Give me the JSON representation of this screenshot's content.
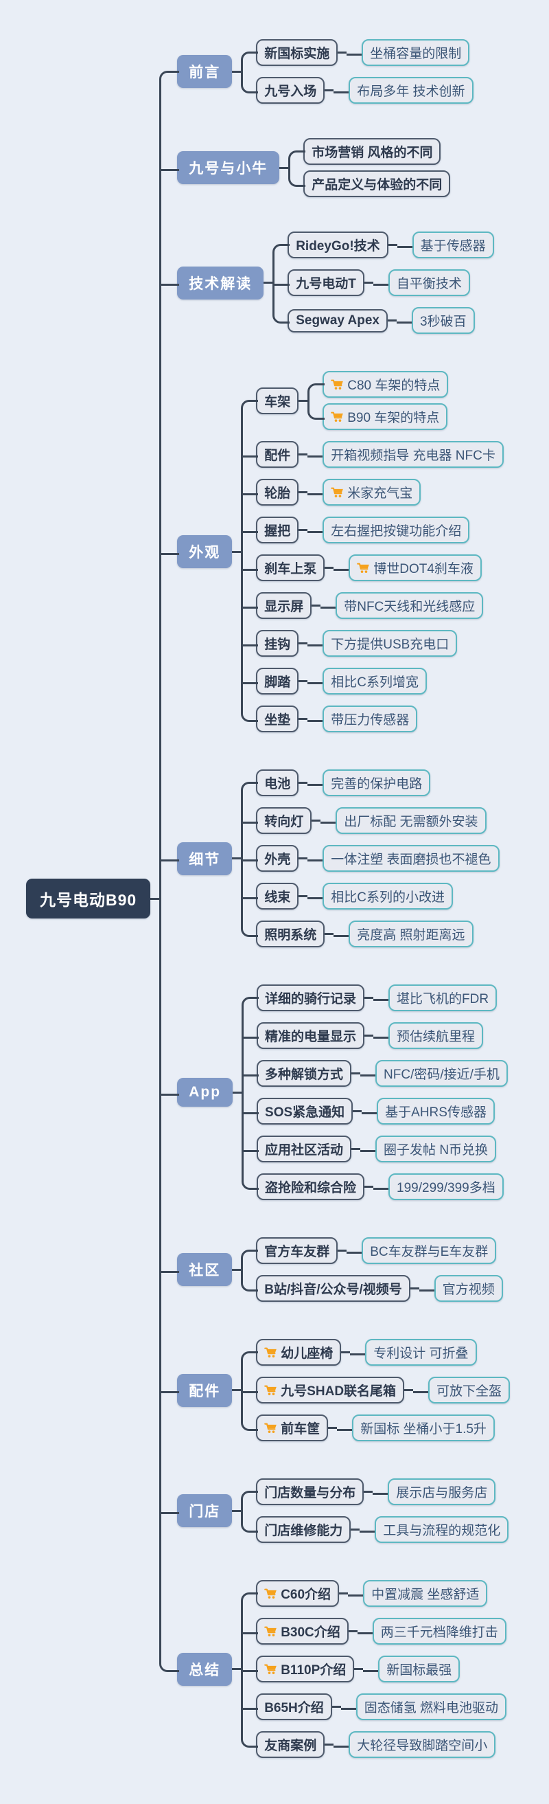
{
  "root": {
    "label": "九号电动B90"
  },
  "colors": {
    "background": "#e9eef6",
    "root_bg": "#2f3e55",
    "branch_bg": "#8099c6",
    "node_bg": "#e7eaf1",
    "mid_border": "#4e5a6c",
    "leaf_border": "#5db8c2",
    "connector_line": "#3b4757",
    "cart_icon": "#f6a21d"
  },
  "branches": [
    {
      "label": "前言",
      "children": [
        {
          "label": "新国标实施",
          "children": [
            {
              "label": "坐桶容量的限制"
            }
          ]
        },
        {
          "label": "九号入场",
          "children": [
            {
              "label": "布局多年 技术创新"
            }
          ]
        }
      ]
    },
    {
      "label": "九号与小牛",
      "children": [
        {
          "label": "市场营销 风格的不同"
        },
        {
          "label": "产品定义与体验的不同"
        }
      ]
    },
    {
      "label": "技术解读",
      "children": [
        {
          "label": "RideyGo!技术",
          "children": [
            {
              "label": "基于传感器"
            }
          ]
        },
        {
          "label": "九号电动T",
          "children": [
            {
              "label": "自平衡技术"
            }
          ]
        },
        {
          "label": "Segway Apex",
          "children": [
            {
              "label": "3秒破百"
            }
          ]
        }
      ]
    },
    {
      "label": "外观",
      "children": [
        {
          "label": "车架",
          "children": [
            {
              "label": "C80 车架的特点",
              "cart": true
            },
            {
              "label": "B90 车架的特点",
              "cart": true
            }
          ]
        },
        {
          "label": "配件",
          "children": [
            {
              "label": "开箱视频指导 充电器 NFC卡"
            }
          ]
        },
        {
          "label": "轮胎",
          "children": [
            {
              "label": "米家充气宝",
              "cart": true
            }
          ]
        },
        {
          "label": "握把",
          "children": [
            {
              "label": "左右握把按键功能介绍"
            }
          ]
        },
        {
          "label": "刹车上泵",
          "children": [
            {
              "label": "博世DOT4刹车液",
              "cart": true
            }
          ]
        },
        {
          "label": "显示屏",
          "children": [
            {
              "label": "带NFC天线和光线感应"
            }
          ]
        },
        {
          "label": "挂钩",
          "children": [
            {
              "label": "下方提供USB充电口"
            }
          ]
        },
        {
          "label": "脚踏",
          "children": [
            {
              "label": "相比C系列增宽"
            }
          ]
        },
        {
          "label": "坐垫",
          "children": [
            {
              "label": "带压力传感器"
            }
          ]
        }
      ]
    },
    {
      "label": "细节",
      "children": [
        {
          "label": "电池",
          "children": [
            {
              "label": "完善的保护电路"
            }
          ]
        },
        {
          "label": "转向灯",
          "children": [
            {
              "label": "出厂标配 无需额外安装"
            }
          ]
        },
        {
          "label": "外壳",
          "children": [
            {
              "label": "一体注塑 表面磨损也不褪色"
            }
          ]
        },
        {
          "label": "线束",
          "children": [
            {
              "label": "相比C系列的小改进"
            }
          ]
        },
        {
          "label": "照明系统",
          "children": [
            {
              "label": "亮度高 照射距离远"
            }
          ]
        }
      ]
    },
    {
      "label": "App",
      "children": [
        {
          "label": "详细的骑行记录",
          "children": [
            {
              "label": "堪比飞机的FDR"
            }
          ]
        },
        {
          "label": "精准的电量显示",
          "children": [
            {
              "label": "预估续航里程"
            }
          ]
        },
        {
          "label": "多种解锁方式",
          "children": [
            {
              "label": "NFC/密码/接近/手机"
            }
          ]
        },
        {
          "label": "SOS紧急通知",
          "children": [
            {
              "label": "基于AHRS传感器"
            }
          ]
        },
        {
          "label": "应用社区活动",
          "children": [
            {
              "label": "圈子发帖 N币兑换"
            }
          ]
        },
        {
          "label": "盗抢险和综合险",
          "children": [
            {
              "label": "199/299/399多档"
            }
          ]
        }
      ]
    },
    {
      "label": "社区",
      "children": [
        {
          "label": "官方车友群",
          "children": [
            {
              "label": "BC车友群与E车友群"
            }
          ]
        },
        {
          "label": "B站/抖音/公众号/视频号",
          "children": [
            {
              "label": "官方视频"
            }
          ]
        }
      ]
    },
    {
      "label": "配件",
      "children": [
        {
          "label": "幼儿座椅",
          "cart": true,
          "children": [
            {
              "label": "专利设计 可折叠"
            }
          ]
        },
        {
          "label": "九号SHAD联名尾箱",
          "cart": true,
          "children": [
            {
              "label": "可放下全盔"
            }
          ]
        },
        {
          "label": "前车筐",
          "cart": true,
          "children": [
            {
              "label": "新国标 坐桶小于1.5升"
            }
          ]
        }
      ]
    },
    {
      "label": "门店",
      "children": [
        {
          "label": "门店数量与分布",
          "children": [
            {
              "label": "展示店与服务店"
            }
          ]
        },
        {
          "label": "门店维修能力",
          "children": [
            {
              "label": "工具与流程的规范化"
            }
          ]
        }
      ]
    },
    {
      "label": "总结",
      "children": [
        {
          "label": "C60介绍",
          "cart": true,
          "children": [
            {
              "label": "中置减震 坐感舒适"
            }
          ]
        },
        {
          "label": "B30C介绍",
          "cart": true,
          "children": [
            {
              "label": "两三千元档降维打击"
            }
          ]
        },
        {
          "label": "B110P介绍",
          "cart": true,
          "children": [
            {
              "label": "新国标最强"
            }
          ]
        },
        {
          "label": "B65H介绍",
          "children": [
            {
              "label": "固态储氢 燃料电池驱动"
            }
          ]
        },
        {
          "label": "友商案例",
          "children": [
            {
              "label": "大轮径导致脚踏空间小"
            }
          ]
        }
      ]
    }
  ]
}
